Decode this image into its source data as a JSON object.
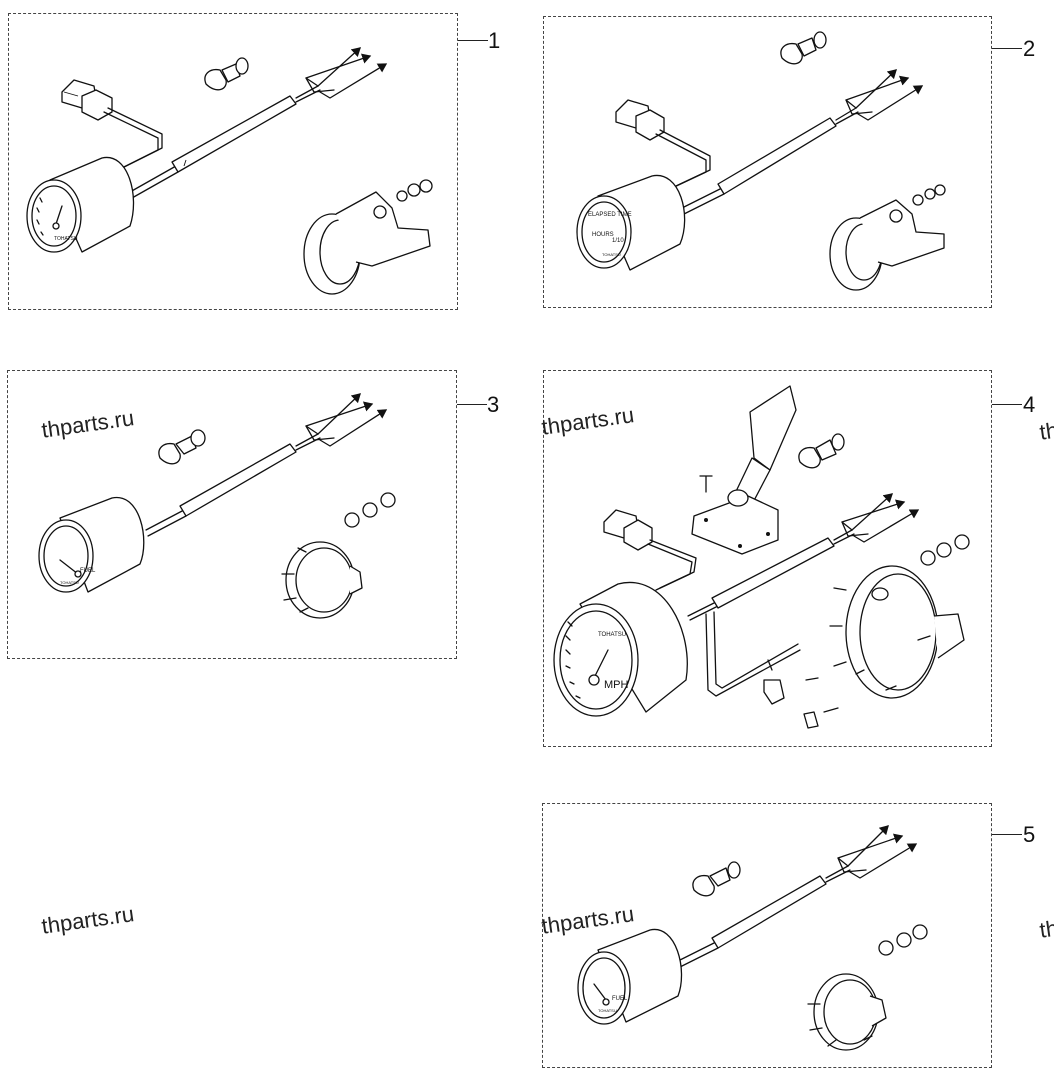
{
  "diagram": {
    "panels": [
      {
        "number": "1",
        "dial_text": [
          "TOHATSU"
        ]
      },
      {
        "number": "2",
        "dial_text": [
          "ELAPSED TIME",
          "HOURS",
          "1/10",
          "TOHATSU"
        ]
      },
      {
        "number": "3",
        "dial_text": [
          "FUEL",
          "TOHATSU"
        ]
      },
      {
        "number": "4",
        "dial_text": [
          "TOHATSU",
          "MPH"
        ]
      },
      {
        "number": "5",
        "dial_text": [
          "FUEL",
          "TOHATSU"
        ]
      }
    ],
    "watermarks": [
      "thparts.ru",
      "thparts.ru",
      "thparts.ru",
      "thparts.ru",
      "th",
      "th"
    ]
  }
}
